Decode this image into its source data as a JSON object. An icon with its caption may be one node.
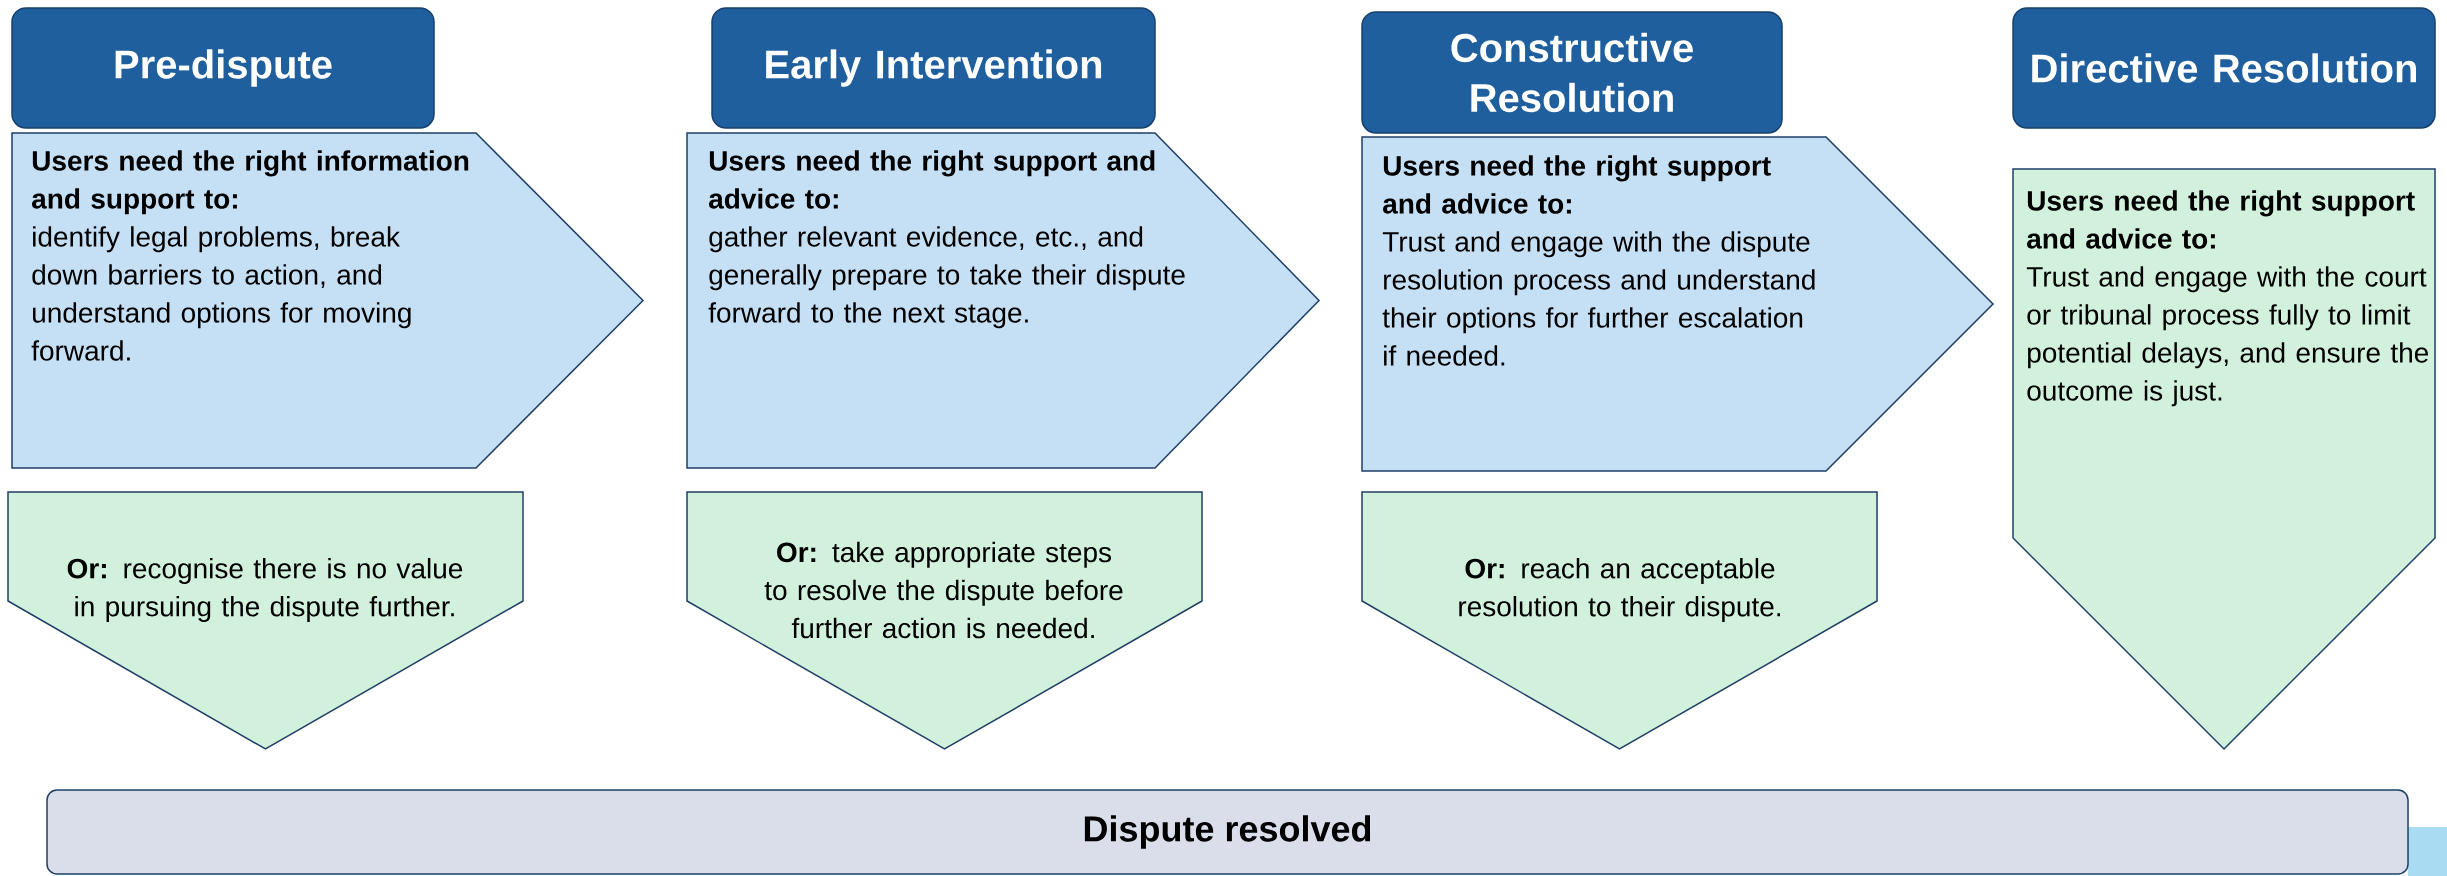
{
  "diagram": {
    "nodes": [
      {
        "text": [
          "Pre-dispute"
        ]
      },
      {
        "text": [
          "Users need the right information and support to:",
          "identify legal problems, break down barriers to action, and understand options for moving forward."
        ]
      },
      {
        "text": [
          "**Or:** recognise there is no value in pursuing the dispute further."
        ]
      },
      {
        "text": [
          "Early Intervention"
        ]
      },
      {
        "text": [
          "Users need the right support and advice to:",
          "gather relevant evidence, etc., and generally prepare to take their dispute forward to the next stage."
        ]
      },
      {
        "text": [
          "**Or:** take appropriate steps to resolve the dispute before further action is needed."
        ]
      },
      {
        "text": [
          "Constructive Resolution"
        ]
      },
      {
        "text": [
          "Users need the right support and advice to:",
          "Trust and engage with the dispute resolution process and understand their options for further escalation if needed."
        ]
      },
      {
        "text": [
          "**Or:** reach an acceptable resolution to their dispute."
        ]
      },
      {
        "text": [
          "Directive Resolution"
        ]
      },
      {
        "text": [
          "Users need the right support and advice to:",
          "Trust and engage with the court or tribunal process fully to limit potential delays, and ensure the outcome is just."
        ]
      },
      {
        "text": [
          "Dispute resolved"
        ]
      }
    ]
  }
}
